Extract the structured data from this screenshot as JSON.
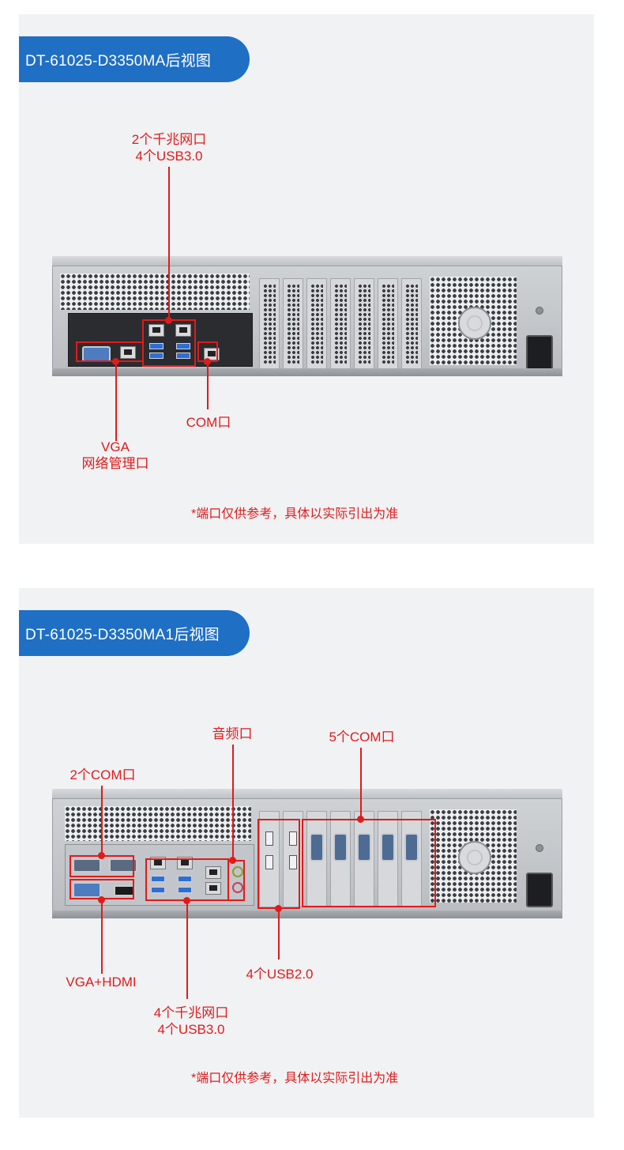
{
  "panels": [
    {
      "title": "DT-61025-D3350MA后视图",
      "labels": {
        "lan_usb_line1": "2个千兆网口",
        "lan_usb_line2": "4个USB3.0",
        "com": "COM口",
        "vga": "VGA",
        "mgmt": "网络管理口"
      },
      "note": "*端口仅供参考，具体以实际引出为准"
    },
    {
      "title": "DT-61025-D3350MA1后视图",
      "labels": {
        "audio": "音频口",
        "com5": "5个COM口",
        "com2": "2个COM口",
        "vga_hdmi": "VGA+HDMI",
        "usb2": "4个USB2.0",
        "lan_usb_line1": "4个千兆网口",
        "lan_usb_line2": "4个USB3.0"
      },
      "note": "*端口仅供参考，具体以实际引出为准"
    }
  ],
  "colors": {
    "tab_blue": "#1f6fc4",
    "callout_red": "#e01b1b",
    "panel_bg": "#f1f2f4"
  }
}
